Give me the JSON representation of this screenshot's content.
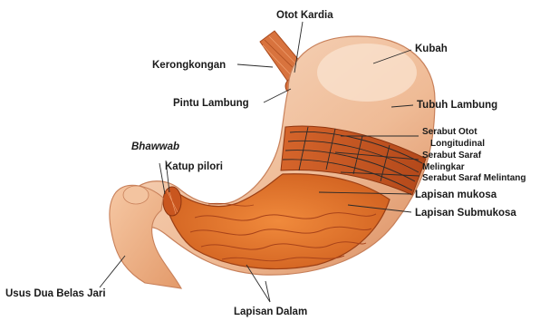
{
  "labels": {
    "otot_kardia": "Otot Kardia",
    "kubah": "Kubah",
    "kerongkongan": "Kerongkongan",
    "pintu_lambung": "Pintu Lambung",
    "tubuh_lambung": "Tubuh Lambung",
    "serabut_otot_1": "Serabut Otot",
    "serabut_otot_2": "Longitudinal",
    "serabut_saraf_1": "Serabut Saraf",
    "serabut_saraf_2": "Melingkar",
    "serabut_saraf_melintang": "Serabut Saraf Melintang",
    "bhawwab": "Bhawwab",
    "katup_pilori": "Katup pilori",
    "lapisan_mukosa": "Lapisan mukosa",
    "lapisan_submukosa": "Lapisan Submukosa",
    "usus_dua_belas_jari": "Usus Dua Belas Jari",
    "lapisan_dalam": "Lapisan Dalam"
  },
  "colors": {
    "outer_wall": "#f2c3a0",
    "outer_wall_shade": "#e09a70",
    "fundus": "#f7d9c2",
    "muscle": "#c9561f",
    "muscle_dark": "#a63f12",
    "mucosa": "#e8782e",
    "mucosa_fold": "#b4461a",
    "duodenum": "#f0b48a",
    "text": "#1a1a1a"
  }
}
